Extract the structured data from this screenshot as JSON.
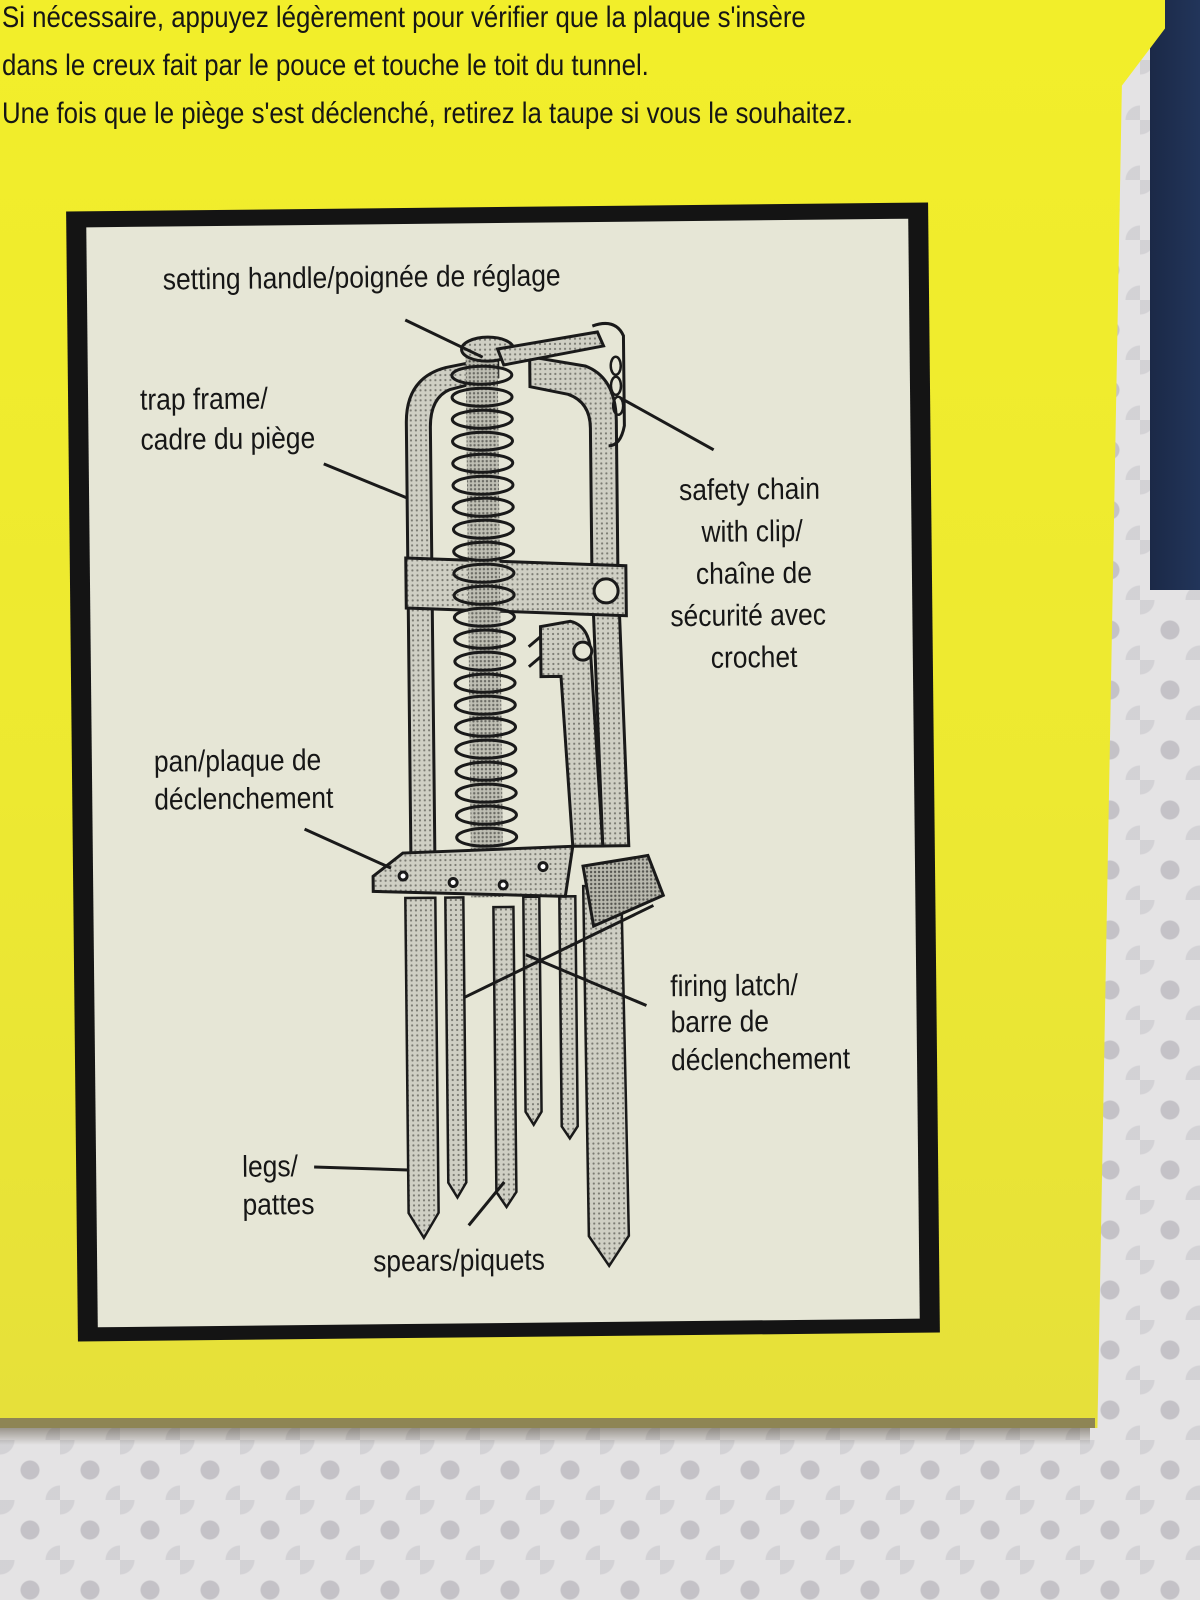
{
  "instructions": {
    "line1": "Si nécessaire, appuyez légèrement pour vérifier que la plaque s'insère",
    "line2": "dans le creux fait par le pouce et touche le toit du tunnel.",
    "line3": "Une fois que le piège s'est déclenché, retirez la taupe si vous le souhaitez."
  },
  "diagram": {
    "setting_handle": "setting handle/poignée de réglage",
    "trap_frame_en": "trap frame/",
    "trap_frame_fr": "cadre du piège",
    "safety_chain_1": "safety chain",
    "safety_chain_2": "with clip/",
    "safety_chain_3": "chaîne de",
    "safety_chain_4": "sécurité avec",
    "safety_chain_5": "crochet",
    "pan_en": "pan/plaque de",
    "pan_fr": "déclenchement",
    "firing_latch_1": "firing latch/",
    "firing_latch_2": "barre de",
    "firing_latch_3": "déclenchement",
    "legs_en": "legs/",
    "legs_fr": "pattes",
    "spears": "spears/piquets"
  },
  "colors": {
    "box_yellow": "#f0ec2c",
    "panel_frame": "#141414",
    "panel_bg": "#e6e6d6",
    "navy_box": "#1b2947"
  }
}
